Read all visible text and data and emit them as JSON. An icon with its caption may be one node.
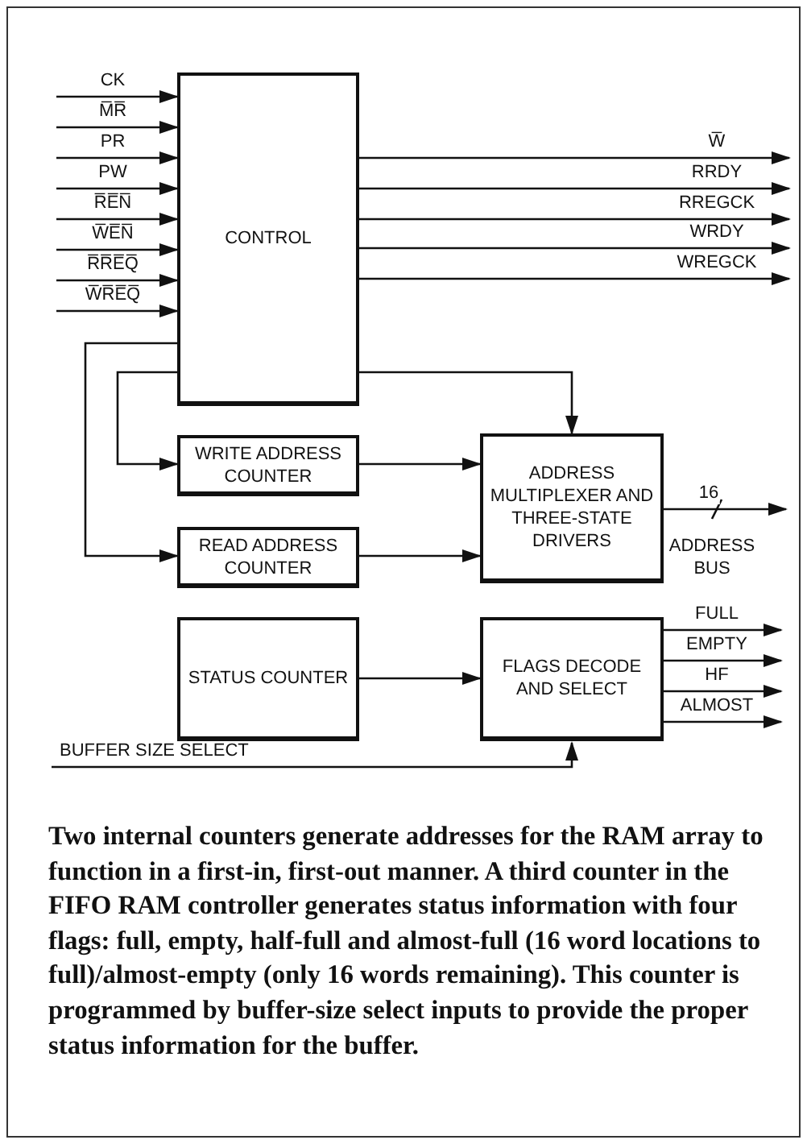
{
  "diagram": {
    "caption": "Two internal counters generate addresses for the RAM array to function in a first-in, first-out manner. A third counter in the FIFO RAM controller generates status information with four flags: full, empty, half-full and almost-full (16 word locations to full)/almost-empty (only 16 words remaining). This counter is programmed by buffer-size select inputs to provide the proper status information for the buffer.",
    "nodes": [
      {
        "text": [
          "CONTROL"
        ]
      },
      {
        "text": [
          "WRITE ADDRESS COUNTER"
        ]
      },
      {
        "text": [
          "READ ADDRESS COUNTER"
        ]
      },
      {
        "text": [
          "ADDRESS MULTIPLEXER AND THREE-STATE DRIVERS"
        ]
      },
      {
        "text": [
          "STATUS COUNTER"
        ]
      },
      {
        "text": [
          "FLAGS DECODE AND SELECT"
        ]
      }
    ],
    "edges": [
      {
        "from": null,
        "to": 0,
        "arrow": "to",
        "label": "CK"
      },
      {
        "from": null,
        "to": 0,
        "arrow": "to",
        "label": "M̅R̅"
      },
      {
        "from": null,
        "to": 0,
        "arrow": "to",
        "label": "PR"
      },
      {
        "from": null,
        "to": 0,
        "arrow": "to",
        "label": "PW"
      },
      {
        "from": null,
        "to": 0,
        "arrow": "to",
        "label": "R̅E̅N̅"
      },
      {
        "from": null,
        "to": 0,
        "arrow": "to",
        "label": "W̅E̅N̅"
      },
      {
        "from": null,
        "to": 0,
        "arrow": "to",
        "label": "R̅R̅E̅Q̅"
      },
      {
        "from": null,
        "to": 0,
        "arrow": "to",
        "label": "W̅R̅E̅Q̅"
      },
      {
        "from": 0,
        "to": null,
        "arrow": "to",
        "label": "W̅"
      },
      {
        "from": 0,
        "to": null,
        "arrow": "to",
        "label": "RRDY"
      },
      {
        "from": 0,
        "to": null,
        "arrow": "to",
        "label": "RREGCK"
      },
      {
        "from": 0,
        "to": null,
        "arrow": "to",
        "label": "WRDY"
      },
      {
        "from": 0,
        "to": null,
        "arrow": "to",
        "label": "WREGCK"
      },
      {
        "from": 0,
        "to": 1,
        "arrow": "to"
      },
      {
        "from": 0,
        "to": 2,
        "arrow": "to"
      },
      {
        "from": 0,
        "to": 3,
        "arrow": "to"
      },
      {
        "from": 1,
        "to": 3,
        "arrow": "to"
      },
      {
        "from": 2,
        "to": 3,
        "arrow": "to"
      },
      {
        "from": 3,
        "to": null,
        "arrow": "to",
        "label": "16"
      },
      {
        "from": 4,
        "to": 5,
        "arrow": "to"
      },
      {
        "from": 5,
        "to": null,
        "arrow": "to",
        "label": "FULL"
      },
      {
        "from": 5,
        "to": null,
        "arrow": "to",
        "label": "EMPTY"
      },
      {
        "from": 5,
        "to": null,
        "arrow": "to",
        "label": "HF"
      },
      {
        "from": 5,
        "to": null,
        "arrow": "to",
        "label": "ALMOST"
      },
      {
        "from": null,
        "to": 5,
        "arrow": "to",
        "label": "BUFFER SIZE SELECT"
      }
    ],
    "labels": [
      "ADDRESS BUS"
    ]
  }
}
